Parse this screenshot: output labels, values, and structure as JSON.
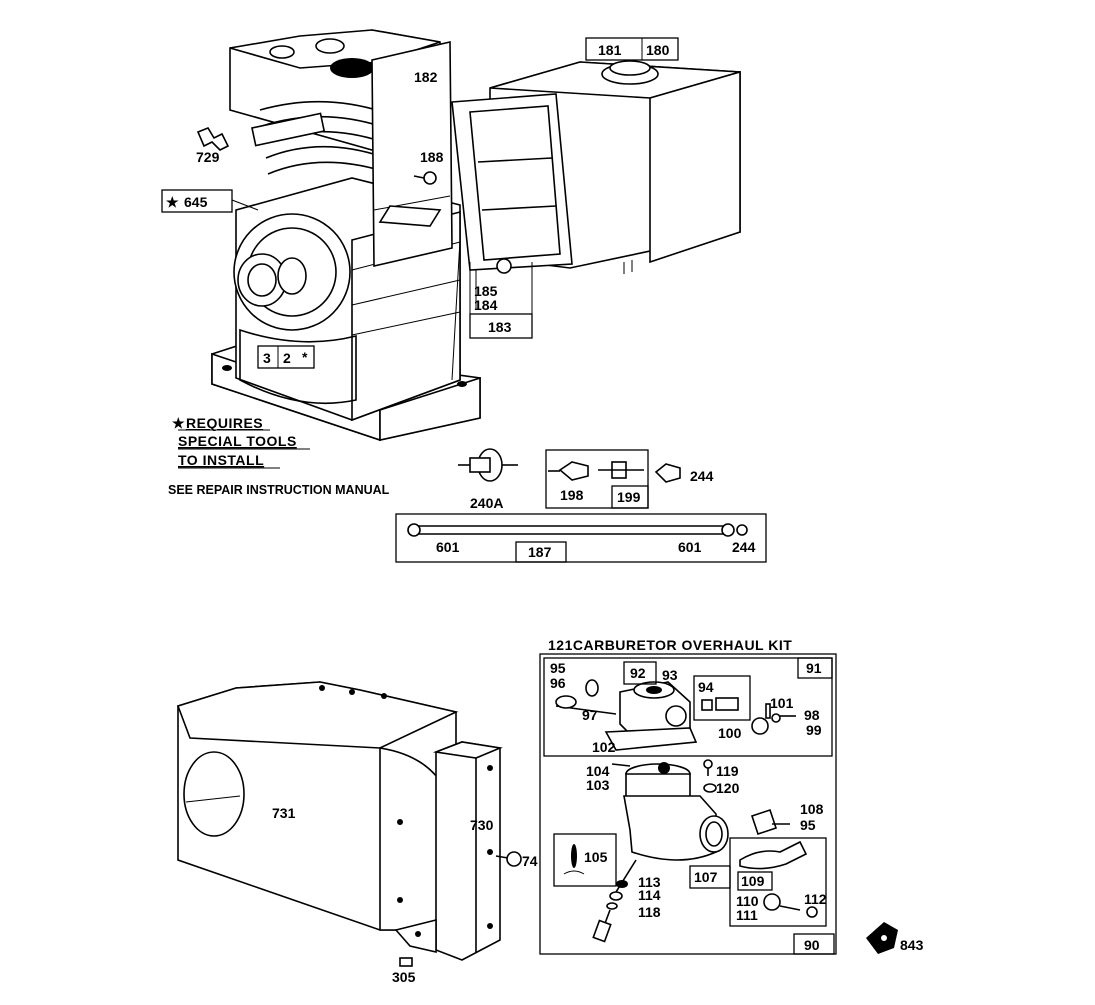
{
  "callouts": {
    "c181": "181",
    "c180": "180",
    "c182": "182",
    "c188": "188",
    "c729": "729",
    "c645": "645",
    "c3": "3",
    "c2": "2",
    "c185": "185",
    "c184": "184",
    "c183": "183",
    "c240a": "240A",
    "c198": "198",
    "c199": "199",
    "c244a": "244",
    "c601a": "601",
    "c187": "187",
    "c601b": "601",
    "c244b": "244",
    "c91": "91",
    "c95a": "95",
    "c96": "96",
    "c92": "92",
    "c93": "93",
    "c94": "94",
    "c101": "101",
    "c97": "97",
    "c98": "98",
    "c100": "100",
    "c99": "99",
    "c102": "102",
    "c104": "104",
    "c103": "103",
    "c119": "119",
    "c120": "120",
    "c108": "108",
    "c95b": "95",
    "c105": "105",
    "c107": "107",
    "c109": "109",
    "c113": "113",
    "c114": "114",
    "c118": "118",
    "c110": "110",
    "c111": "111",
    "c112": "112",
    "c90": "90",
    "c731": "731",
    "c730": "730",
    "c74": "74",
    "c305": "305",
    "c843": "843"
  },
  "notes": {
    "requires_line1": "REQUIRES",
    "requires_line2": "SPECIAL TOOLS",
    "requires_line3": "TO INSTALL",
    "star": "★",
    "star2": "*",
    "see_manual": "SEE REPAIR INSTRUCTION MANUAL",
    "kit_title": "121CARBURETOR OVERHAUL KIT"
  }
}
